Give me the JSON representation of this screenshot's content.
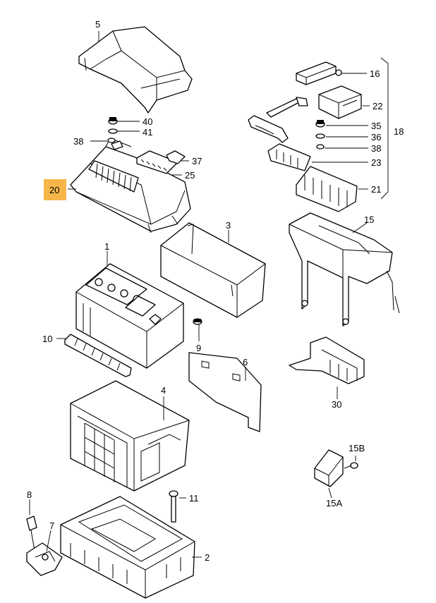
{
  "highlight_color": "#f6b64a",
  "labels": {
    "p1": "1",
    "p2": "2",
    "p3": "3",
    "p4": "4",
    "p5": "5",
    "p6": "6",
    "p7": "7",
    "p8": "8",
    "p9": "9",
    "p10": "10",
    "p11": "11",
    "p15": "15",
    "p15a": "15A",
    "p15b": "15B",
    "p16": "16",
    "p18": "18",
    "p20": "20",
    "p21": "21",
    "p22": "22",
    "p23": "23",
    "p25": "25",
    "p30": "30",
    "p35": "35",
    "p36": "36",
    "p37": "37",
    "p38a": "38",
    "p38b": "38",
    "p40": "40",
    "p41": "41"
  }
}
